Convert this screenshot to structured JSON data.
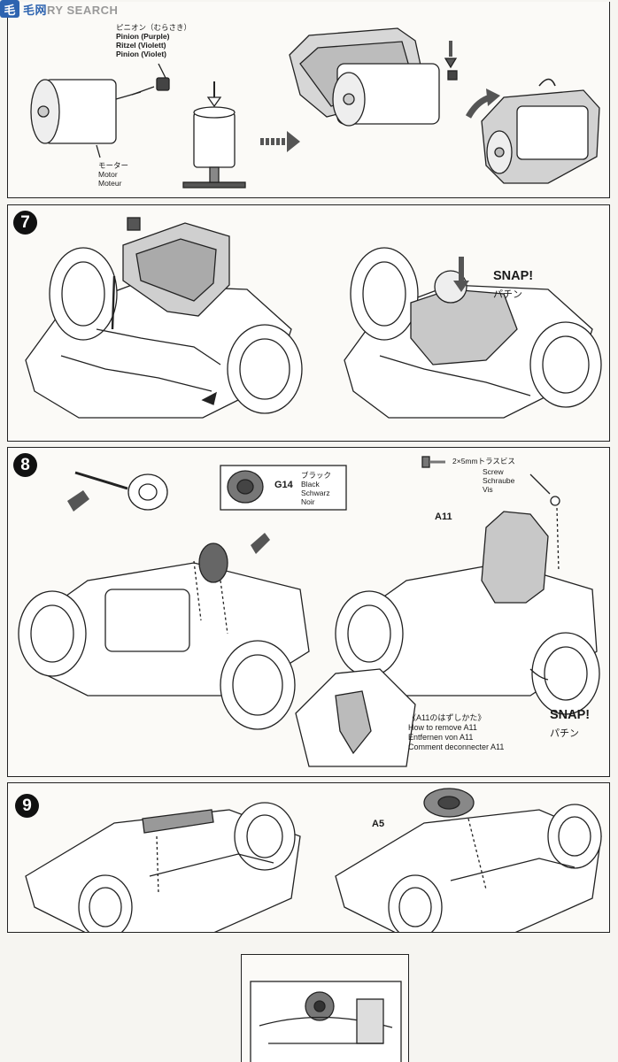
{
  "watermark": {
    "logo": "毛",
    "part1": "毛",
    "part2": "网",
    "brand": "RY SEARCH"
  },
  "step6": {
    "pinion_label": {
      "jp": "ピニオン（むらさき）",
      "en": "Pinion (Purple)",
      "de": "Ritzel (Violett)",
      "fr": "Pinion (Violet)"
    },
    "motor_label": {
      "jp": "モーター",
      "en": "Motor",
      "fr": "Moteur"
    }
  },
  "step7": {
    "number": "7",
    "snap": "SNAP!",
    "snap_jp": "パチン"
  },
  "step8": {
    "number": "8",
    "gear_part": "G14",
    "gear_label": {
      "jp": "ブラック",
      "en": "Black",
      "de": "Schwarz",
      "fr": "Noir"
    },
    "screw_label": {
      "jp": "2×5mmトラスビス",
      "en": "Screw",
      "de": "Schraube",
      "fr": "Vis"
    },
    "part_a11": "A11",
    "snap": "SNAP!",
    "snap_jp": "パチン",
    "remove": {
      "jp": "《A11のはずしかた》",
      "en": "How to remove A11",
      "de": "Entfernen von A11",
      "fr": "Comment deconnecter A11"
    }
  },
  "step9": {
    "number": "9",
    "part_a5": "A5"
  }
}
